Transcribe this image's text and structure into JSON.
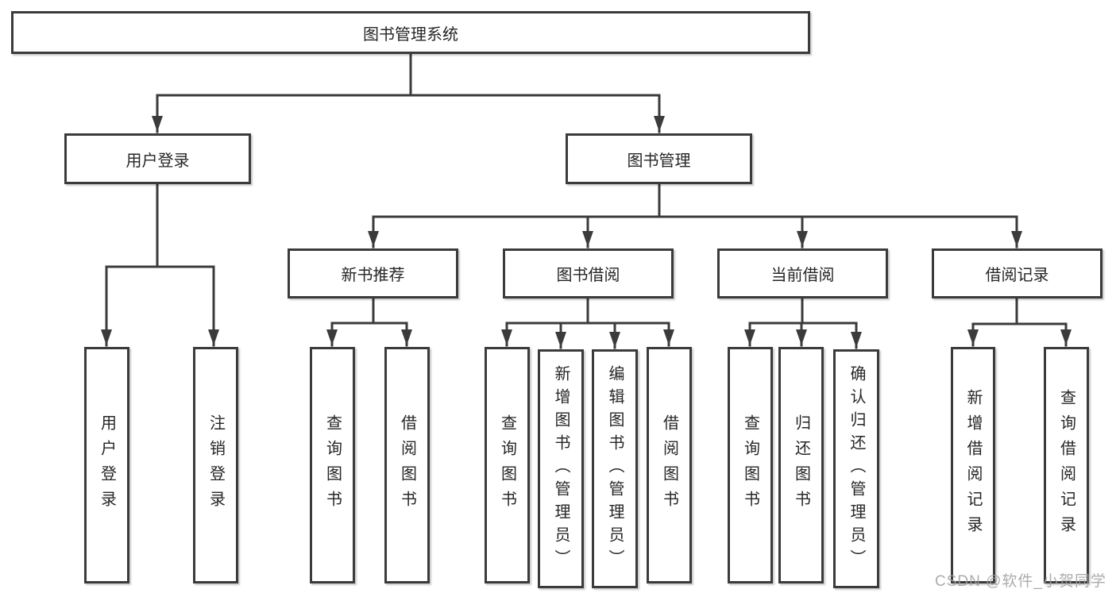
{
  "diagram": {
    "title": "图书管理系统",
    "branches": [
      {
        "label": "用户登录",
        "children": [
          "用户登录",
          "注销登录"
        ]
      },
      {
        "label": "图书管理",
        "children": [
          {
            "label": "新书推荐",
            "children": [
              "查询图书",
              "借阅图书"
            ]
          },
          {
            "label": "图书借阅",
            "children": [
              "查询图书",
              "新增图书（管理员）",
              "编辑图书（管理员）",
              "借阅图书"
            ]
          },
          {
            "label": "当前借阅",
            "children": [
              "查询图书",
              "归还图书",
              "确认归还（管理员）"
            ]
          },
          {
            "label": "借阅记录",
            "children": [
              "新增借阅记录",
              "查询借阅记录"
            ]
          }
        ]
      }
    ]
  },
  "colors": {
    "line": "#3b3b3b",
    "border": "#3b3b3b",
    "text": "#262626",
    "background": "#ffffff",
    "watermark": "#a0a0a0"
  },
  "watermark": {
    "text": "CSDN @软件_小贺同学"
  }
}
